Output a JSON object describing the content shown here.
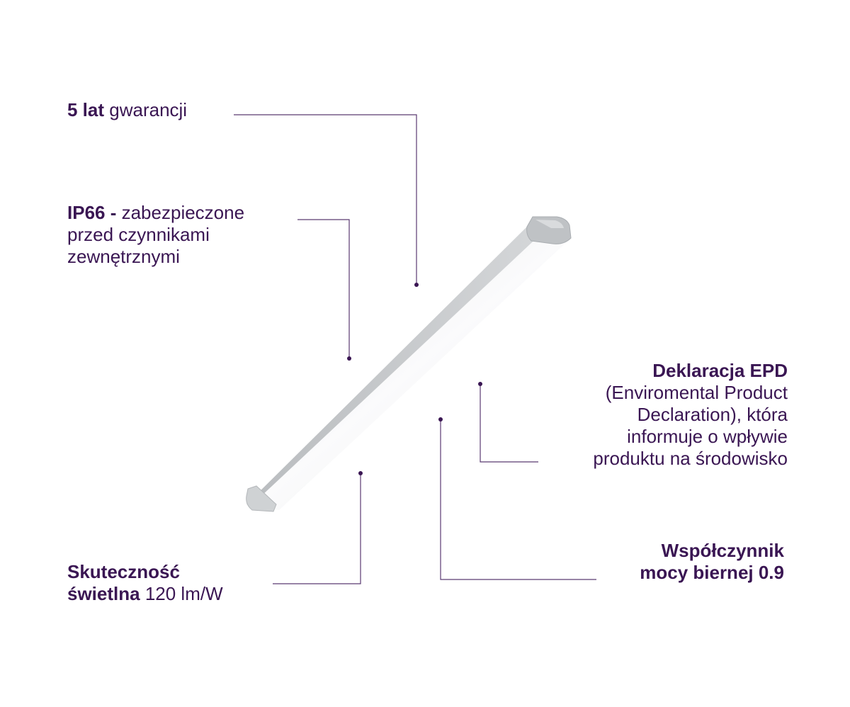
{
  "colors": {
    "text": "#3a1653",
    "line": "#5a3a72",
    "lamp_body": "#c9cbcd",
    "lamp_diffuser": "#f4f5f6"
  },
  "callouts": {
    "warranty": {
      "bold": "5 lat",
      "rest": " gwarancji"
    },
    "ip66": {
      "bold": "IP66 -",
      "rest_line1": " zabezpieczone",
      "line2": "przed czynnikami",
      "line3": "zewnętrznymi"
    },
    "epd": {
      "title": "Deklaracja EPD",
      "line1": "(Enviromental Product",
      "line2": "Declaration), która",
      "line3": "informuje o wpływie",
      "line4": "produktu na środowisko"
    },
    "efficacy": {
      "bold_line1": "Skuteczność",
      "bold_line2": "świetlna",
      "rest": " 120 lm/W"
    },
    "power_factor": {
      "line1": "Współczynnik",
      "line2": "mocy biernej 0.9"
    }
  }
}
